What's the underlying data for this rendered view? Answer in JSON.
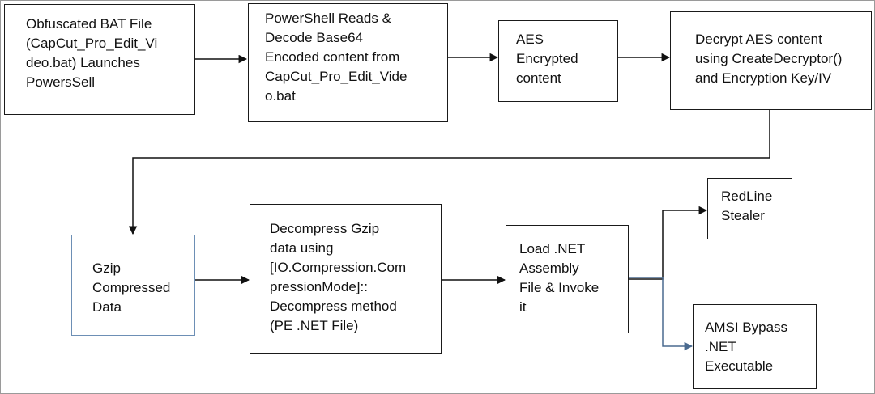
{
  "diagram": {
    "nodes": {
      "bat_file": "Obfuscated BAT File\n(CapCut_Pro_Edit_Vi\ndeo.bat) Launches\nPowersSell",
      "powershell": "PowerShell Reads &\nDecode Base64\nEncoded content from\nCapCut_Pro_Edit_Vide\no.bat",
      "aes_content": "AES\nEncrypted\ncontent",
      "decrypt": "Decrypt AES content\nusing CreateDecryptor()\nand Encryption Key/IV",
      "gzip_data": "Gzip\nCompressed\nData",
      "decompress": "Decompress Gzip\ndata using\n[IO.Compression.Com\npressionMode]::\nDecompress method\n(PE .NET File)",
      "load_net": "Load .NET\nAssembly\nFile & Invoke\nit",
      "redline": "RedLine\nStealer",
      "amsi": "AMSI Bypass\n.NET\nExecutable"
    },
    "edges": [
      {
        "from": "bat_file",
        "to": "powershell"
      },
      {
        "from": "powershell",
        "to": "aes_content"
      },
      {
        "from": "aes_content",
        "to": "decrypt"
      },
      {
        "from": "decrypt",
        "to": "gzip_data"
      },
      {
        "from": "gzip_data",
        "to": "decompress"
      },
      {
        "from": "decompress",
        "to": "load_net"
      },
      {
        "from": "load_net",
        "to": "redline"
      },
      {
        "from": "load_net",
        "to": "amsi"
      }
    ],
    "colors": {
      "border": "#1a1a1a",
      "gzip_border": "#6d8fb5",
      "amsi_arrow": "#4a6a8f",
      "frame": "#9a9a9a"
    }
  }
}
